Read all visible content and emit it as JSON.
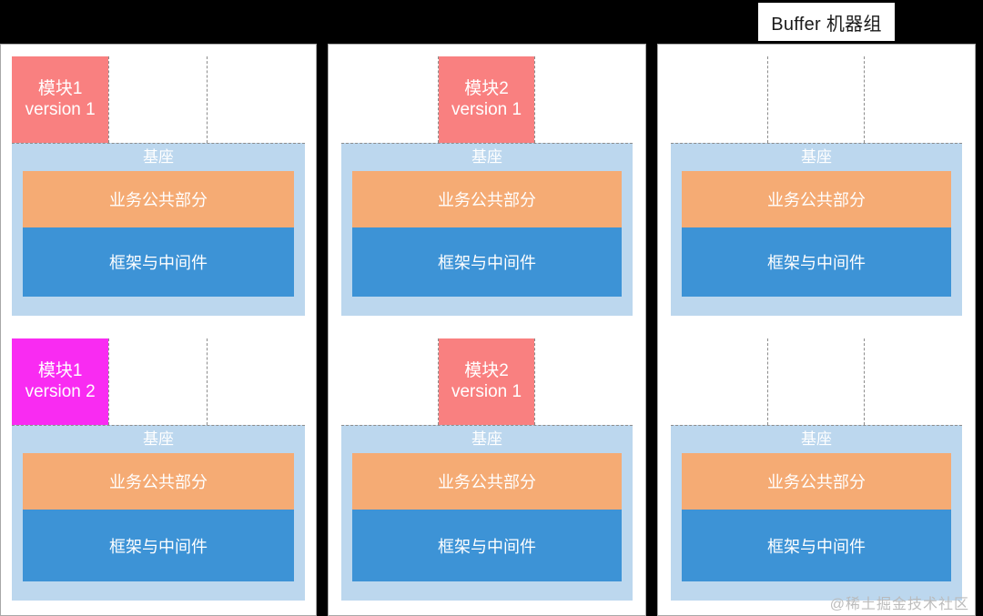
{
  "title": {
    "label": "Buffer 机器组"
  },
  "labels": {
    "base": "基座",
    "business_common": "业务公共部分",
    "framework_middleware": "框架与中间件",
    "watermark": "@稀土掘金技术社区"
  },
  "colors": {
    "module_active": "#f98080",
    "module_upgraded": "#f92bf2",
    "base_container": "#bcd7ee",
    "business_band": "#f5ab74",
    "framework_band": "#3d93d6",
    "panel_border": "#a8a8a8",
    "slot_divider": "#8c8c8c",
    "background": "#000000",
    "panel_background": "#ffffff"
  },
  "groups": [
    {
      "name": "group-1",
      "machines": [
        {
          "name": "machine-1-1",
          "slots": [
            {
              "occupied": true,
              "module": "模块1",
              "version": "version 1",
              "style": "salmon"
            },
            {
              "occupied": false,
              "module": "",
              "version": "",
              "style": ""
            },
            {
              "occupied": false,
              "module": "",
              "version": "",
              "style": ""
            }
          ],
          "base": {
            "label": "基座",
            "bands": [
              {
                "label": "业务公共部分",
                "style": "biz"
              },
              {
                "label": "框架与中间件",
                "style": "fw"
              }
            ]
          }
        },
        {
          "name": "machine-1-2",
          "slots": [
            {
              "occupied": true,
              "module": "模块1",
              "version": "version 2",
              "style": "magenta"
            },
            {
              "occupied": false,
              "module": "",
              "version": "",
              "style": ""
            },
            {
              "occupied": false,
              "module": "",
              "version": "",
              "style": ""
            }
          ],
          "base": {
            "label": "基座",
            "bands": [
              {
                "label": "业务公共部分",
                "style": "biz"
              },
              {
                "label": "框架与中间件",
                "style": "fw"
              }
            ]
          }
        }
      ]
    },
    {
      "name": "group-2",
      "machines": [
        {
          "name": "machine-2-1",
          "slots": [
            {
              "occupied": false,
              "module": "",
              "version": "",
              "style": ""
            },
            {
              "occupied": true,
              "module": "模块2",
              "version": "version 1",
              "style": "salmon"
            },
            {
              "occupied": false,
              "module": "",
              "version": "",
              "style": ""
            }
          ],
          "base": {
            "label": "基座",
            "bands": [
              {
                "label": "业务公共部分",
                "style": "biz"
              },
              {
                "label": "框架与中间件",
                "style": "fw"
              }
            ]
          }
        },
        {
          "name": "machine-2-2",
          "slots": [
            {
              "occupied": false,
              "module": "",
              "version": "",
              "style": ""
            },
            {
              "occupied": true,
              "module": "模块2",
              "version": "version 1",
              "style": "salmon"
            },
            {
              "occupied": false,
              "module": "",
              "version": "",
              "style": ""
            }
          ],
          "base": {
            "label": "基座",
            "bands": [
              {
                "label": "业务公共部分",
                "style": "biz"
              },
              {
                "label": "框架与中间件",
                "style": "fw"
              }
            ]
          }
        }
      ]
    },
    {
      "name": "group-3-buffer",
      "machines": [
        {
          "name": "machine-3-1",
          "slots": [
            {
              "occupied": false,
              "module": "",
              "version": "",
              "style": ""
            },
            {
              "occupied": false,
              "module": "",
              "version": "",
              "style": ""
            },
            {
              "occupied": false,
              "module": "",
              "version": "",
              "style": ""
            }
          ],
          "base": {
            "label": "基座",
            "bands": [
              {
                "label": "业务公共部分",
                "style": "biz"
              },
              {
                "label": "框架与中间件",
                "style": "fw"
              }
            ]
          }
        },
        {
          "name": "machine-3-2",
          "slots": [
            {
              "occupied": false,
              "module": "",
              "version": "",
              "style": ""
            },
            {
              "occupied": false,
              "module": "",
              "version": "",
              "style": ""
            },
            {
              "occupied": false,
              "module": "",
              "version": "",
              "style": ""
            }
          ],
          "base": {
            "label": "基座",
            "bands": [
              {
                "label": "业务公共部分",
                "style": "biz"
              },
              {
                "label": "框架与中间件",
                "style": "fw"
              }
            ]
          }
        }
      ]
    }
  ]
}
